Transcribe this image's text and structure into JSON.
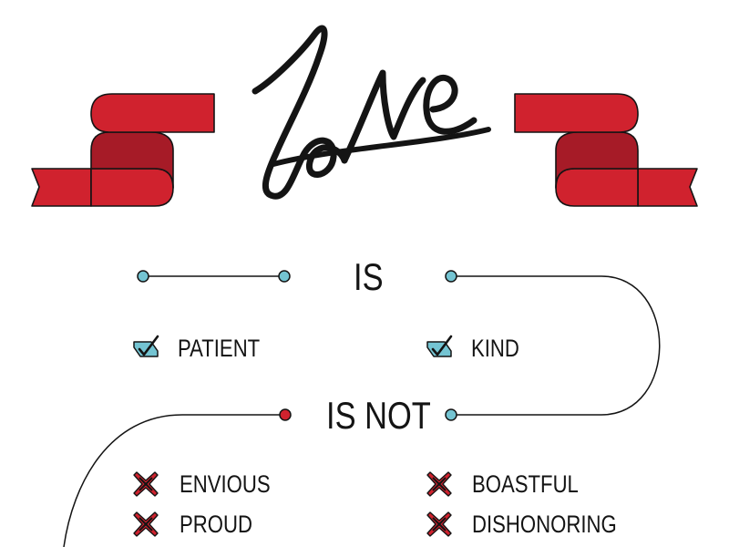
{
  "title": "Love",
  "sections": [
    {
      "heading": "IS",
      "kind": "check",
      "items": [
        "PATIENT",
        "KIND"
      ]
    },
    {
      "heading": "IS NOT",
      "kind": "cross",
      "items": [
        "ENVIOUS",
        "BOASTFUL",
        "PROUD",
        "DISHONORING"
      ]
    }
  ],
  "colors": {
    "ribbon": "#d0222e",
    "ribbon_dark": "#a61b27",
    "dot_blue": "#74c4d2",
    "dot_red": "#d0222e",
    "ink": "#141414"
  },
  "icons": {
    "check": "check-icon",
    "cross": "cross-icon"
  }
}
